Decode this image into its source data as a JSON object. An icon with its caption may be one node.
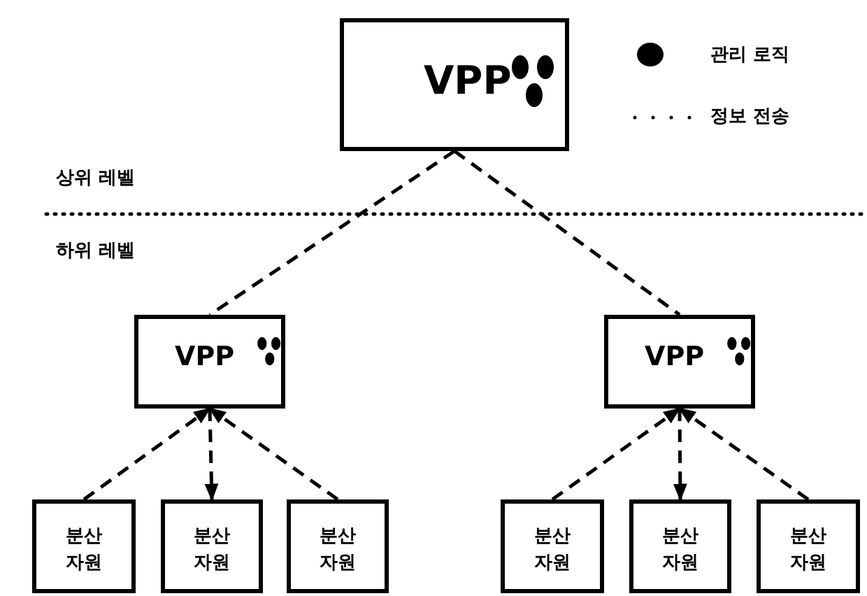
{
  "diagram": {
    "nodes": [
      {
        "text": [
          "VPP"
        ]
      },
      {
        "text": [
          "VPP"
        ]
      },
      {
        "text": [
          "VPP"
        ]
      },
      {
        "text": [
          "분산 자원"
        ]
      },
      {
        "text": [
          "분산 자원"
        ]
      },
      {
        "text": [
          "분산 자원"
        ]
      },
      {
        "text": [
          "분산 자원"
        ]
      },
      {
        "text": [
          "분산 자원"
        ]
      },
      {
        "text": [
          "분산 자원"
        ]
      }
    ],
    "edges": [
      {
        "from": 0,
        "to": 1,
        "arrow": "none",
        "style": "dashed"
      },
      {
        "from": 0,
        "to": 2,
        "arrow": "none",
        "style": "dashed"
      },
      {
        "from": 3,
        "to": 1,
        "arrow": "to",
        "style": "dashed"
      },
      {
        "from": 1,
        "to": 4,
        "arrow": "to",
        "style": "dashed"
      },
      {
        "from": 5,
        "to": 1,
        "arrow": "to",
        "style": "dashed"
      },
      {
        "from": 6,
        "to": 2,
        "arrow": "to",
        "style": "dashed"
      },
      {
        "from": 2,
        "to": 7,
        "arrow": "to",
        "style": "dashed"
      },
      {
        "from": 8,
        "to": 2,
        "arrow": "to",
        "style": "dashed"
      }
    ],
    "labels": [
      "상위 레벨",
      "하위 레벨"
    ],
    "legend": [
      {
        "text": "관리 로직",
        "color": "#000000"
      },
      {
        "text": "정보 전송"
      }
    ]
  }
}
